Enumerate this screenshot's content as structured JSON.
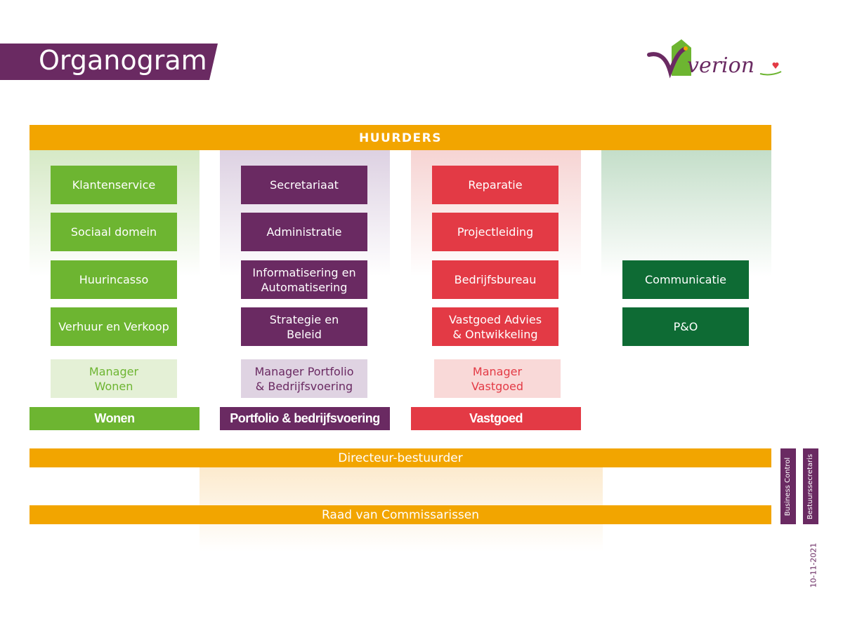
{
  "header": {
    "title": "Organogram",
    "logo_text": "Viverion"
  },
  "top_bar": "HUURDERS",
  "columns": {
    "wonen": {
      "units": [
        "Klantenservice",
        "Sociaal domein",
        "Huurincasso",
        "Verhuur en Verkoop"
      ],
      "manager": [
        "Manager",
        "Wonen"
      ],
      "label": "Wonen"
    },
    "portfolio": {
      "units": [
        "Secretariaat",
        "Administratie",
        [
          "Informatisering en",
          "Automatisering"
        ],
        [
          "Strategie en",
          "Beleid"
        ]
      ],
      "manager": [
        "Manager Portfolio",
        "& Bedrijfsvoering"
      ],
      "label": "Portfolio & bedrijfsvoering"
    },
    "vastgoed": {
      "units": [
        "Reparatie",
        "Projectleiding",
        "Bedrijfsbureau",
        [
          "Vastgoed Advies",
          "& Ontwikkeling"
        ]
      ],
      "manager": [
        "Manager",
        "Vastgoed"
      ],
      "label": "Vastgoed"
    },
    "staff": {
      "units": [
        "Communicatie",
        "P&O"
      ]
    }
  },
  "director_bar": "Directeur-bestuurder",
  "board_bar": "Raad van Commissarissen",
  "side_boxes": [
    "Business Control",
    "Bestuurssecretaris"
  ],
  "date": "10-11-2021",
  "colors": {
    "purple": "#6a2a62",
    "green": "#6db531",
    "red": "#e33a45",
    "dark_green": "#0e6b34",
    "orange": "#f2a500"
  }
}
